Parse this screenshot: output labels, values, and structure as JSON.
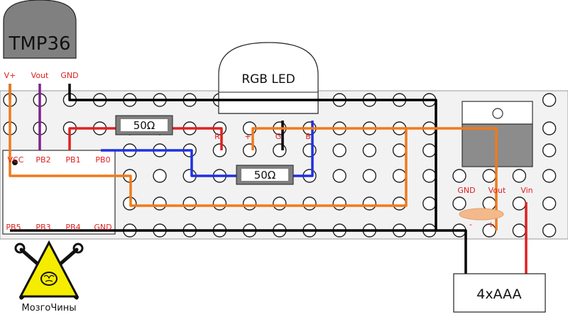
{
  "tmp36": {
    "title": "TMP36",
    "pins": [
      "V+",
      "Vout",
      "GND"
    ]
  },
  "led": {
    "title": "RGB LED",
    "pins": [
      "R",
      "+",
      "G",
      "B"
    ]
  },
  "resistors": {
    "top": "50Ω",
    "bottom": "50Ω"
  },
  "mcu": {
    "top_pins": [
      "VCC",
      "PB2",
      "PB1",
      "PB0"
    ],
    "bottom_pins": [
      "PB5",
      "PB3",
      "PB4",
      "GND"
    ]
  },
  "regulator": {
    "pins": [
      "GND",
      "Vout",
      "Vin"
    ],
    "cap_minus": "-",
    "cap_plus": "+"
  },
  "battery": {
    "label": "4xAAA"
  },
  "logo": {
    "text": "МозгоЧины"
  },
  "colors": {
    "red": "#e02020",
    "black": "#000000",
    "orange": "#f07a1a",
    "blue": "#2030e0",
    "purple": "#802090",
    "board": "#f2f2f2",
    "sensor": "#808080",
    "logo_yellow": "#f5ec00"
  }
}
